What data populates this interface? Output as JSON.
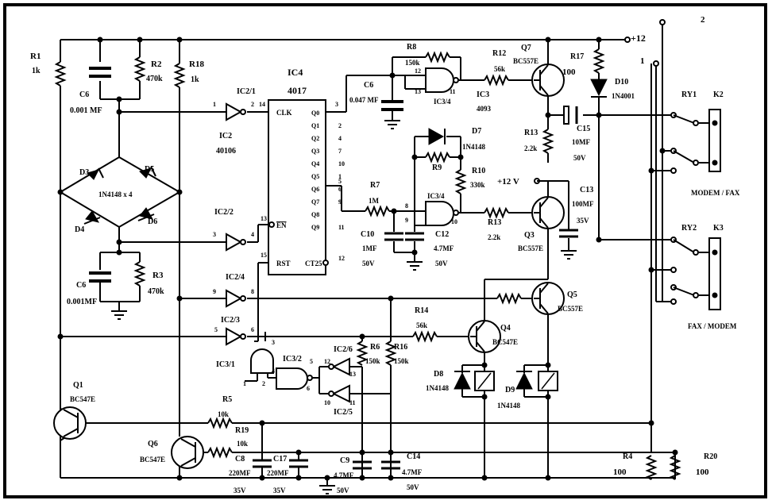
{
  "labels": {
    "r1": "R1",
    "r1_val": "1k",
    "c6_top": "C6",
    "c6_top_val": "0.001 MF",
    "r2": "R2",
    "r2_val": "470k",
    "r18": "R18",
    "r18_val": "1k",
    "ic4": "IC4",
    "ic4_num": "4017",
    "ic2_1": "IC2/1",
    "ic2": "IC2",
    "ic2_num": "40106",
    "ic2_2": "IC2/2",
    "ic2_4": "IC2/4",
    "ic2_3": "IC2/3",
    "ic2_6": "IC2/6",
    "ic2_5": "IC2/5",
    "ic3_1": "IC3/1",
    "ic3_2": "IC3/2",
    "ic3_4": "IC3/4",
    "ic3_4b": "IC3/4",
    "ic3": "IC3",
    "ic3_num": "4093",
    "d3": "D3",
    "d5": "D5",
    "d4": "D4",
    "d6": "D6",
    "bridge": "1N4148 x 4",
    "c6_bot": "C6",
    "c6_bot_val": "0.001MF",
    "r3": "R3",
    "r3_val": "470k",
    "clk": "CLK",
    "en": "EN",
    "rst": "RST",
    "ct25": "CT25",
    "q0": "Q0",
    "q1": "Q1",
    "q2": "Q2",
    "q3": "Q3",
    "q4": "Q4",
    "q5": "Q5",
    "q6": "Q6",
    "q7": "Q7",
    "q8": "Q8",
    "q9": "Q9",
    "c6_mid": "C6",
    "c6_mid_val": "0.047 MF",
    "r8": "R8",
    "r8_val": "150k",
    "r12": "R12",
    "r12_val": "56k",
    "q7t": "Q7",
    "q7t_type": "BC557E",
    "r17": "R17",
    "r17_val": "100",
    "d10": "D10",
    "d10_val": "1N4001",
    "plus12": "+12",
    "plus12v": "+12 V",
    "r13a": "R13",
    "r13a_val": "2.2k",
    "c15": "C15",
    "c15_val": "10MF",
    "c15_v": "50V",
    "d7": "D7",
    "d7_val": "1N4148",
    "r9": "R9",
    "r10": "R10",
    "r10_val": "330k",
    "r7": "R7",
    "r7_val": "1M",
    "c10": "C10",
    "c10_val": "1MF",
    "c10_v": "50V",
    "c12": "C12",
    "c12_val": "4.7MF",
    "c12_v": "50V",
    "r13b": "R13",
    "r13b_val": "2.2k",
    "q3t": "Q3",
    "q3t_type": "BC557E",
    "c13": "C13",
    "c13_val": "100MF",
    "c13_v": "35V",
    "q5t": "Q5",
    "q5t_type": "BC557E",
    "r14": "R14",
    "r14_val": "56k",
    "q4t": "Q4",
    "q4t_type": "BC547E",
    "r6": "R6",
    "r6_val": "150k",
    "r16": "R16",
    "r16_val": "150k",
    "d8": "D8",
    "d8_val": "1N4148",
    "d9": "D9",
    "d9_val": "1N4148",
    "q1t": "Q1",
    "q1t_type": "BC547E",
    "q6t": "Q6",
    "q6t_type": "BC547E",
    "r5": "R5",
    "r5_val": "10k",
    "r19": "R19",
    "r19_val": "10k",
    "c8": "C8",
    "c8_val": "220MF",
    "c8_v": "35V",
    "c17": "C17",
    "c17_val": "220MF",
    "c17_v": "35V",
    "c9": "C9",
    "c9_val": "4.7MF",
    "c9_v": "50V",
    "c14": "C14",
    "c14_val": "4.7MF",
    "c14_v": "50V",
    "r4": "R4",
    "r4_val": "100",
    "r20": "R20",
    "r20_val": "100",
    "ry1": "RY1",
    "ry2": "RY2",
    "k2": "K2",
    "k3": "K3",
    "modem_fax": "MODEM / FAX",
    "fax_modem": "FAX / MODEM",
    "sw1": "1",
    "sw2": "2"
  },
  "pins": {
    "p1": "1",
    "p2": "2",
    "p14": "14",
    "p3": "3",
    "p2b": "2",
    "p4": "4",
    "p7": "7",
    "p10": "10",
    "p1b": "1",
    "p5": "5",
    "p6": "6",
    "p9": "9",
    "p11": "11",
    "p13": "13",
    "p15": "15",
    "p12": "12",
    "g12": "12",
    "g13": "13",
    "g11": "11",
    "g8": "8",
    "g9": "9",
    "g10": "10",
    "i3": "3",
    "i4": "4",
    "i8": "8",
    "i9": "9",
    "i5": "5",
    "i6": "6",
    "a1": "1",
    "a2": "2",
    "a3": "3",
    "b4": "4",
    "b5": "5",
    "b6": "6",
    "c12p": "12",
    "c13p": "13",
    "c10p": "10",
    "c11p": "11"
  }
}
